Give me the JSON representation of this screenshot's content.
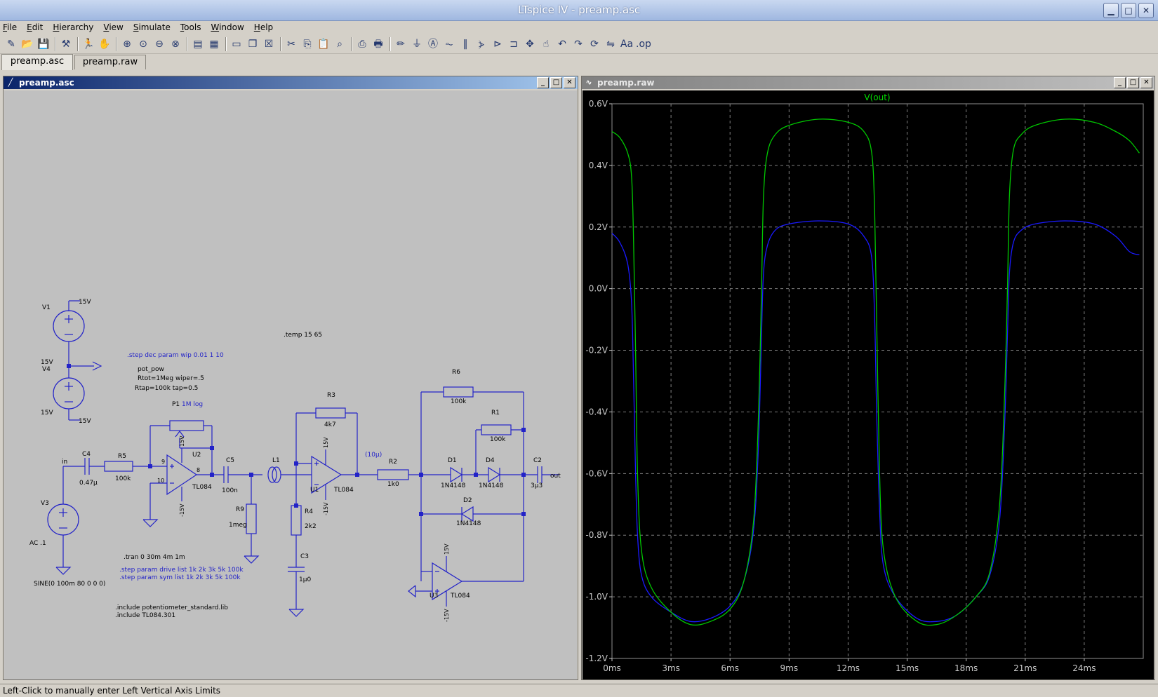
{
  "window": {
    "title": "LTspice IV - preamp.asc"
  },
  "menu": [
    "File",
    "Edit",
    "Hierarchy",
    "View",
    "Simulate",
    "Tools",
    "Window",
    "Help"
  ],
  "toolbar_icons": [
    "new-schematic-icon",
    "open-icon",
    "save-icon",
    "|",
    "control-panel-icon",
    "|",
    "run-icon",
    "halt-icon",
    "|",
    "zoom-in-icon",
    "zoom-pan-icon",
    "zoom-out-icon",
    "zoom-fit-icon",
    "|",
    "autorange-icon",
    "view-fft-icon",
    "|",
    "tile-horizontal-icon",
    "cascade-icon",
    "close-window-icon",
    "|",
    "cut-icon",
    "copy-icon",
    "paste-icon",
    "find-icon",
    "|",
    "print-setup-icon",
    "print-icon",
    "|",
    "wire-icon",
    "ground-icon",
    "label-icon",
    "resistor-icon",
    "capacitor-icon",
    "inductor-icon",
    "diode-icon",
    "component-icon",
    "move-icon",
    "drag-icon",
    "undo-icon",
    "redo-icon",
    "rotate-icon",
    "mirror-icon",
    "text-icon",
    "spice-directive-icon"
  ],
  "tabs": [
    "preamp.asc",
    "preamp.raw"
  ],
  "schematic": {
    "title": "preamp.asc",
    "labels": {
      "v1": "V1",
      "v4": "V4",
      "v3": "V3",
      "v1_top": "15V",
      "v1_bot": "15V",
      "v4_bot": "15V",
      "v4_label": "15V",
      "v3_ac": "AC .1",
      "v3_sine": "SINE(0 100m 80 0 0 0)",
      "temp": ".temp 15 65",
      "step_wip": ".step dec param wip 0.01 1 10",
      "pot_name": "pot_pow",
      "pot_params1": "Rtot=1Meg wiper=.5",
      "pot_params2": "Rtap=100k tap=0.5",
      "p1": "P1",
      "p1_val": "1M log",
      "c4": "C4",
      "c4_val": "0.47µ",
      "in": "in",
      "r5": "R5",
      "r5_val": "100k",
      "u2": "U2",
      "u2_model": "TL084",
      "u2_pin9": "9",
      "u2_pin10": "10",
      "u2_pin8": "8",
      "u2_vp": "15V",
      "u2_vn": "-15V",
      "c5": "C5",
      "c5_val": "100n",
      "r9": "R9",
      "r9_val": "1meg",
      "l1": "L1",
      "r3": "R3",
      "r3_val": "4k7",
      "u1": "U1",
      "u1_model": "TL084",
      "u1_vp": "15V",
      "u1_vn": "-15V",
      "r4": "R4",
      "r4_val": "2k2",
      "c3": "C3",
      "c3_val": "1µ0",
      "l1_val": "(10µ)",
      "r2": "R2",
      "r2_val": "1k0",
      "r6": "R6",
      "r6_val": "100k",
      "r1": "R1",
      "r1_val": "100k",
      "d1": "D1",
      "d1_model": "1N4148",
      "d4": "D4",
      "d4_model": "1N4148",
      "d2": "D2",
      "d2_model": "1N4148",
      "c2": "C2",
      "c2_val": "3µ3",
      "out": "out",
      "u3": "U3",
      "u3_model": "TL084",
      "u3_vp": "15V",
      "u3_vn": "-15V",
      "tran": ".tran 0 30m 4m 1m",
      "step_drive": ".step param drive list 1k 2k 3k 5k 100k",
      "step_sym": ".step param sym list 1k 2k 3k 5k 100k",
      "inc1": ".include potentiometer_standard.lib",
      "inc2": ".include TL084.301"
    }
  },
  "plot_window": {
    "title": "preamp.raw"
  },
  "chart_data": {
    "type": "line",
    "title": "V(out)",
    "xlabel": "",
    "ylabel": "",
    "xlim": [
      0,
      27
    ],
    "ylim": [
      -1.2,
      0.6
    ],
    "x_ticks": [
      "0ms",
      "3ms",
      "6ms",
      "9ms",
      "12ms",
      "15ms",
      "18ms",
      "21ms",
      "24ms"
    ],
    "y_ticks": [
      "0.6V",
      "0.4V",
      "0.2V",
      "0.0V",
      "-0.2V",
      "-0.4V",
      "-0.6V",
      "-0.8V",
      "-1.0V",
      "-1.2V"
    ],
    "grid": true,
    "series": [
      {
        "name": "",
        "color": "#00c800",
        "x": [
          0,
          0.4,
          0.8,
          1.0,
          1.1,
          1.2,
          1.3,
          1.5,
          2.0,
          3.0,
          4.0,
          5.0,
          6.0,
          6.7,
          7.2,
          7.45,
          7.6,
          7.7,
          7.9,
          8.3,
          9.0,
          10.5,
          12.0,
          12.8,
          13.2,
          13.35,
          13.45,
          13.6,
          13.8,
          14.4,
          15.5,
          16.5,
          17.5,
          18.5,
          19.2,
          19.7,
          19.95,
          20.1,
          20.2,
          20.4,
          20.8,
          21.5,
          23.0,
          24.5,
          25.6,
          26.3,
          26.8
        ],
        "y": [
          0.51,
          0.49,
          0.44,
          0.36,
          0.15,
          -0.2,
          -0.6,
          -0.85,
          -0.97,
          -1.05,
          -1.09,
          -1.08,
          -1.04,
          -0.95,
          -0.75,
          -0.4,
          0.0,
          0.3,
          0.44,
          0.5,
          0.53,
          0.55,
          0.54,
          0.51,
          0.44,
          0.25,
          -0.1,
          -0.6,
          -0.85,
          -1.0,
          -1.08,
          -1.09,
          -1.06,
          -1.0,
          -0.92,
          -0.7,
          -0.35,
          0.0,
          0.3,
          0.45,
          0.5,
          0.53,
          0.55,
          0.54,
          0.51,
          0.48,
          0.44
        ]
      },
      {
        "name": "",
        "color": "#1a1aff",
        "x": [
          0,
          0.4,
          0.8,
          1.0,
          1.1,
          1.2,
          1.3,
          1.5,
          2.0,
          3.0,
          4.0,
          5.0,
          6.0,
          6.7,
          7.2,
          7.45,
          7.6,
          7.7,
          7.9,
          8.3,
          9.0,
          10.5,
          12.0,
          12.8,
          13.2,
          13.35,
          13.45,
          13.6,
          13.8,
          14.4,
          15.5,
          16.5,
          17.5,
          18.5,
          19.2,
          19.7,
          19.95,
          20.1,
          20.2,
          20.4,
          20.8,
          21.5,
          23.0,
          24.5,
          25.6,
          26.3,
          26.8
        ],
        "y": [
          0.18,
          0.15,
          0.08,
          -0.05,
          -0.3,
          -0.6,
          -0.8,
          -0.93,
          -1.0,
          -1.05,
          -1.08,
          -1.07,
          -1.03,
          -0.95,
          -0.78,
          -0.5,
          -0.15,
          0.05,
          0.14,
          0.19,
          0.21,
          0.22,
          0.21,
          0.17,
          0.1,
          -0.1,
          -0.4,
          -0.72,
          -0.9,
          -1.0,
          -1.07,
          -1.08,
          -1.06,
          -1.0,
          -0.93,
          -0.75,
          -0.45,
          -0.15,
          0.05,
          0.15,
          0.19,
          0.21,
          0.22,
          0.21,
          0.17,
          0.12,
          0.11
        ]
      }
    ]
  },
  "status": {
    "text": "Left-Click to manually enter Left Vertical Axis Limits"
  }
}
